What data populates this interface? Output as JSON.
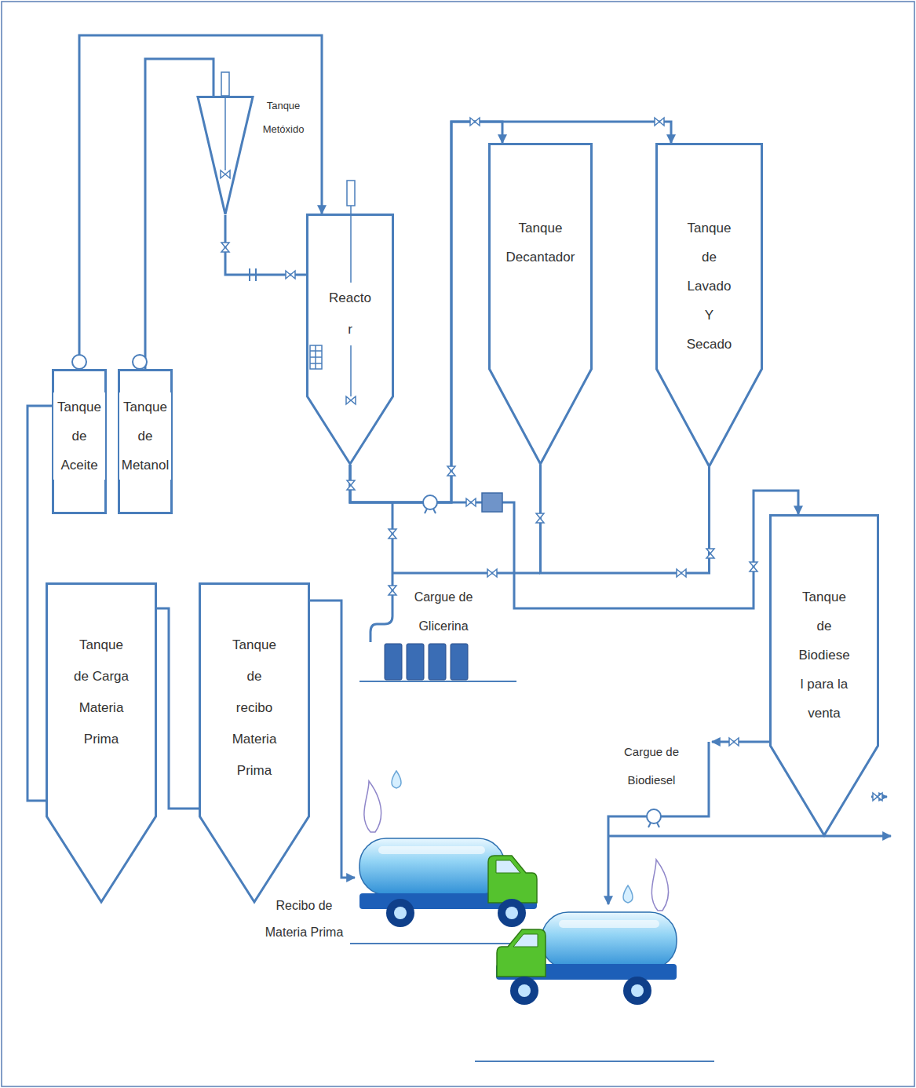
{
  "diagram": {
    "nodes": [
      {
        "text": [
          "Tanque Metóxido"
        ]
      },
      {
        "text": [
          "Reacto r"
        ]
      },
      {
        "text": [
          "Tanque Decantador"
        ]
      },
      {
        "text": [
          "Tanque de Lavado Y Secado"
        ]
      },
      {
        "text": [
          "Tanque de Aceite"
        ]
      },
      {
        "text": [
          "Tanque de Metanol"
        ]
      },
      {
        "text": [
          "Tanque de Carga Materia Prima"
        ]
      },
      {
        "text": [
          "Tanque de recibo Materia Prima"
        ]
      },
      {
        "text": [
          "Tanque de Biodiese l para la venta"
        ]
      }
    ],
    "edges": [
      {
        "from": 4,
        "to": 1,
        "arrow": "to"
      },
      {
        "from": 5,
        "to": 0,
        "arrow": "none"
      },
      {
        "from": 0,
        "to": 1,
        "arrow": "none"
      },
      {
        "from": 1,
        "to": 2,
        "arrow": "to"
      },
      {
        "from": 1,
        "to": 3,
        "arrow": "to"
      },
      {
        "from": 1,
        "to": 8,
        "arrow": "to"
      },
      {
        "from": 2,
        "to": 3,
        "arrow": "none"
      },
      {
        "from": 7,
        "to": 6,
        "arrow": "none"
      },
      {
        "from": 6,
        "to": 4,
        "arrow": "none"
      }
    ],
    "labels": [
      "Cargue de Glicerina",
      "Cargue de Biodiesel",
      "Recibo de Materia Prima"
    ]
  }
}
